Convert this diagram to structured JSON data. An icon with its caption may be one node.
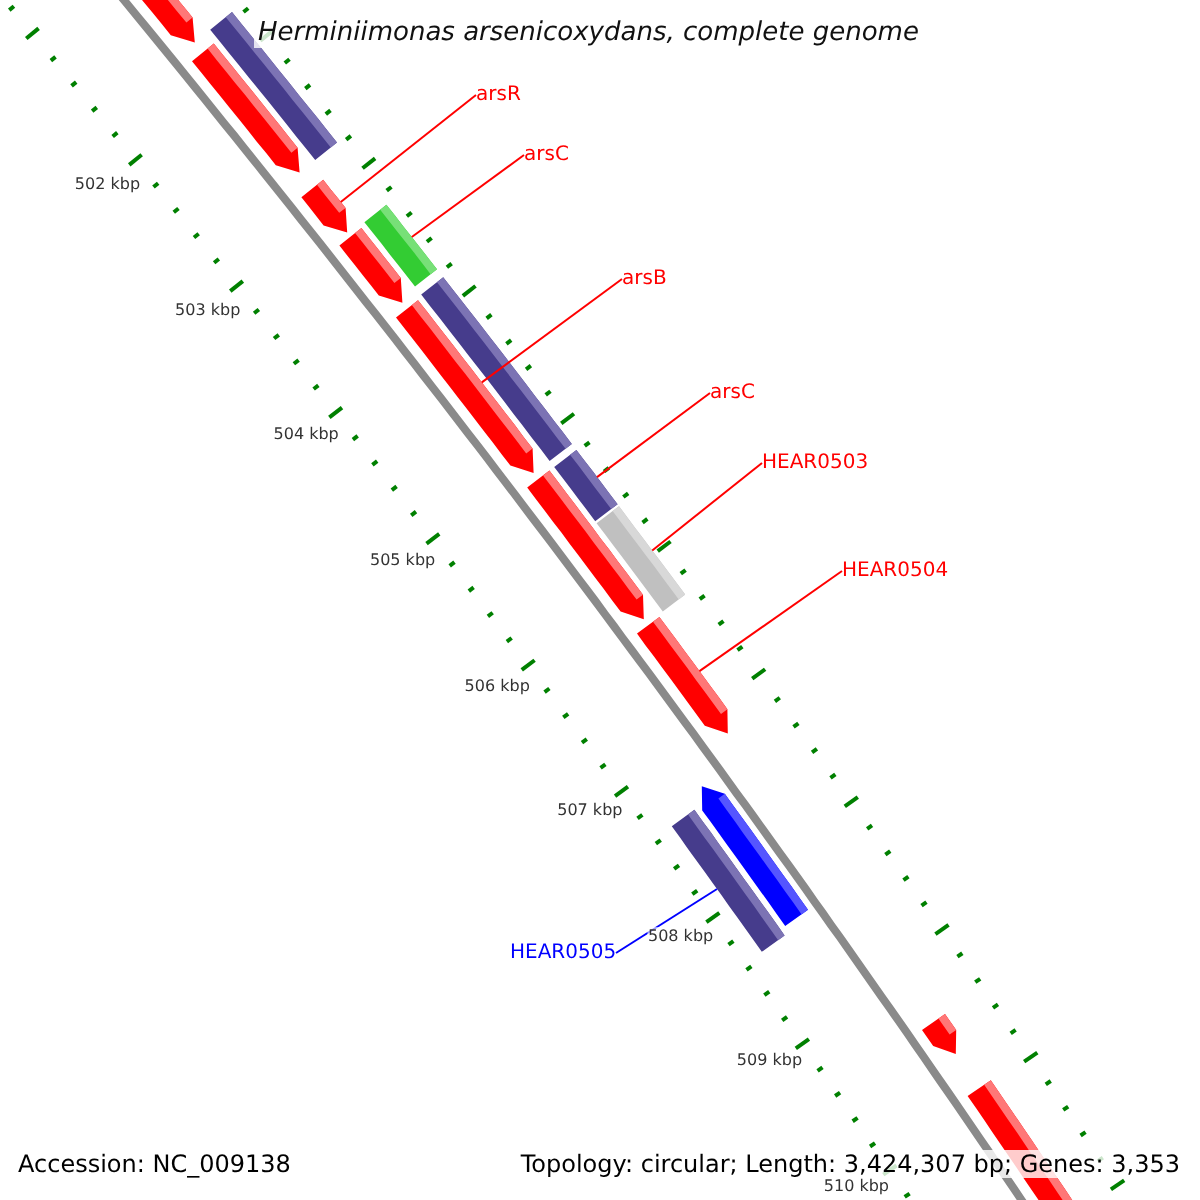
{
  "diagram": {
    "title": "Herminiimonas arsenicoxydans, complete genome",
    "nodes": [
      {
        "text": [
          "arsR"
        ]
      },
      {
        "text": [
          "arsC"
        ]
      },
      {
        "text": [
          "arsB"
        ]
      },
      {
        "text": [
          "arsC"
        ]
      },
      {
        "text": [
          "HEAR0503"
        ]
      },
      {
        "text": [
          "HEAR0504"
        ]
      },
      {
        "text": [
          "HEAR0505"
        ]
      },
      {
        "text": [],
        "shape": "pentagon"
      },
      {
        "text": [],
        "shape": "bar"
      },
      {
        "text": [],
        "shape": "pentagon"
      },
      {
        "text": [],
        "shape": "pentagon"
      },
      {
        "text": [],
        "shape": "bar"
      },
      {
        "text": [],
        "shape": "pentagon"
      },
      {
        "text": [],
        "shape": "bar"
      },
      {
        "text": [],
        "shape": "pentagon"
      },
      {
        "text": [],
        "shape": "bar"
      },
      {
        "text": [],
        "shape": "pentagon"
      },
      {
        "text": [],
        "shape": "bar"
      },
      {
        "text": [],
        "shape": "pentagon"
      },
      {
        "text": [],
        "shape": "bar"
      },
      {
        "text": [],
        "shape": "pentagon"
      },
      {
        "text": [],
        "shape": "pentagon"
      },
      {
        "text": [],
        "shape": "pentagon"
      }
    ],
    "edges": [
      {
        "from": 0,
        "to": 10,
        "arrow": "none"
      },
      {
        "from": 1,
        "to": 11,
        "arrow": "none"
      },
      {
        "from": 2,
        "to": 14,
        "arrow": "none"
      },
      {
        "from": 3,
        "to": 15,
        "arrow": "none"
      },
      {
        "from": 4,
        "to": 17,
        "arrow": "none"
      },
      {
        "from": 5,
        "to": 18,
        "arrow": "none"
      },
      {
        "from": 6,
        "to": 19,
        "arrow": "none",
        "color": "#0000ff"
      }
    ],
    "labels": [
      "502 kbp",
      "503 kbp",
      "504 kbp",
      "505 kbp",
      "506 kbp",
      "507 kbp",
      "508 kbp",
      "509 kbp",
      "510 kbp",
      "Accession: NC_009138",
      "Topology: circular; Length: 3,424,307 bp; Genes: 3,353"
    ]
  }
}
